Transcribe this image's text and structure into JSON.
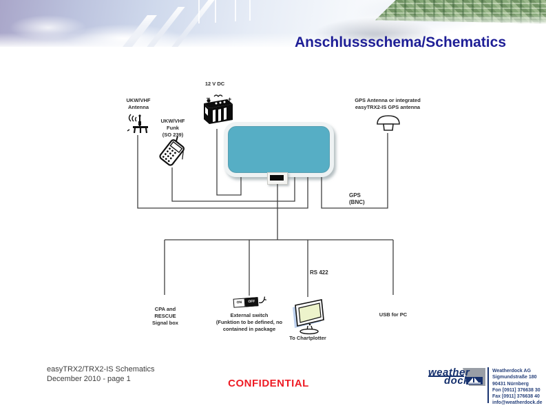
{
  "header": {
    "title": "Anschlussschema/Schematics"
  },
  "diagram": {
    "power_label": "12 V DC",
    "vhf_antenna": {
      "line1": "UKW/VHF",
      "line2": "Antenna"
    },
    "vhf_funk": {
      "line1": "UKW/VHF",
      "line2": "Funk",
      "line3": "(SO 239)"
    },
    "gps_antenna": {
      "line1": "GPS Antenna or integrated",
      "line2": "easyTRX2-IS GPS antenna"
    },
    "gps_bnc": {
      "line1": "GPS",
      "line2": "(BNC)"
    },
    "rs422_label": "RS 422",
    "cpa_box": {
      "line1": "CPA and",
      "line2": "RESCUE",
      "line3": "Signal box"
    },
    "external_switch": {
      "line1": "External switch",
      "line2": "(Funktion to be defined, no",
      "line3": "contained in package"
    },
    "switch": {
      "on": "ON",
      "off": "OFF"
    },
    "chartplotter_label": "To Chartplotter",
    "usb_label": "USB for PC"
  },
  "footer": {
    "doc_title": "easyTRX2/TRX2-IS Schematics",
    "doc_date": "December 2010  -  page 1",
    "confidential": "CONFIDENTIAL",
    "logo": {
      "word1": "weather",
      "word2": "dock"
    },
    "address": {
      "line1": "Weatherdock AG",
      "line2": "Sigmundstraße 180",
      "line3": "90431 Nürnberg",
      "line4": "Fon [0911] 376638 30",
      "line5": "Fax [0911] 376638 40",
      "line6": "info@weatherdock.de"
    }
  },
  "colors": {
    "title_navy": "#1e1e96",
    "device_teal": "#56aec5",
    "confidential_red": "#ee1b24",
    "logo_navy": "#16316e",
    "wire_gray": "#3f3f3f"
  }
}
